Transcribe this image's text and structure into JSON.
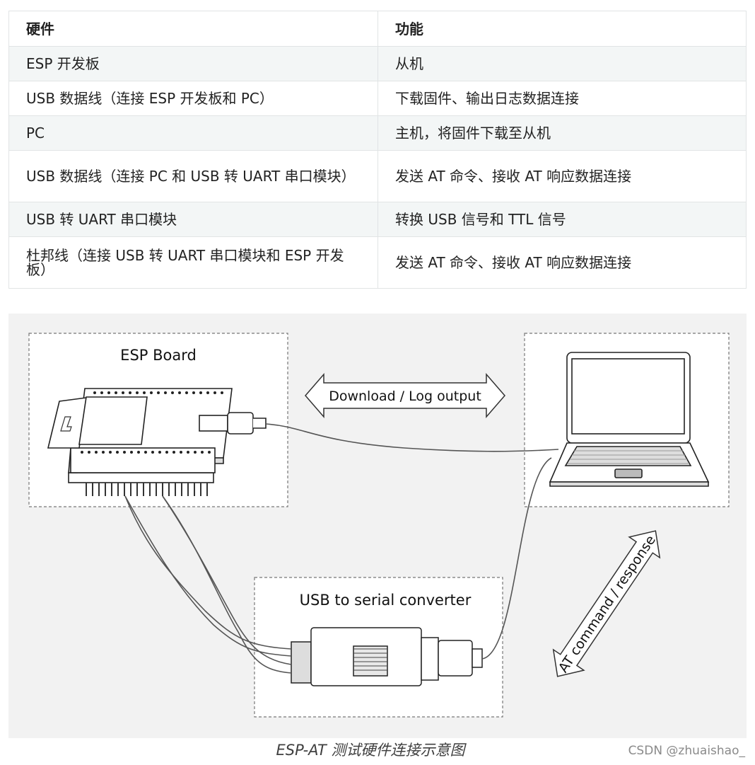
{
  "table": {
    "headers": [
      "硬件",
      "功能"
    ],
    "rows": [
      {
        "hardware": "ESP 开发板",
        "function": "从机"
      },
      {
        "hardware": "USB 数据线（连接 ESP 开发板和 PC）",
        "function": "下载固件、输出日志数据连接"
      },
      {
        "hardware": "PC",
        "function": "主机，将固件下载至从机"
      },
      {
        "hardware": "USB 数据线（连接 PC 和 USB 转 UART 串口模块）",
        "function": "发送 AT 命令、接收 AT 响应数据连接"
      },
      {
        "hardware": "USB 转 UART 串口模块",
        "function": "转换 USB 信号和 TTL 信号"
      },
      {
        "hardware": "杜邦线（连接 USB 转 UART 串口模块和 ESP 开发板）",
        "function": "发送 AT 命令、接收 AT 响应数据连接"
      }
    ]
  },
  "diagram": {
    "esp_board_label": "ESP Board",
    "usb_serial_label": "USB to serial converter",
    "download_arrow_label": "Download / Log output",
    "at_arrow_label": "AT command / response"
  },
  "caption": "ESP-AT 测试硬件连接示意图",
  "watermark": "CSDN @zhuaishao_"
}
